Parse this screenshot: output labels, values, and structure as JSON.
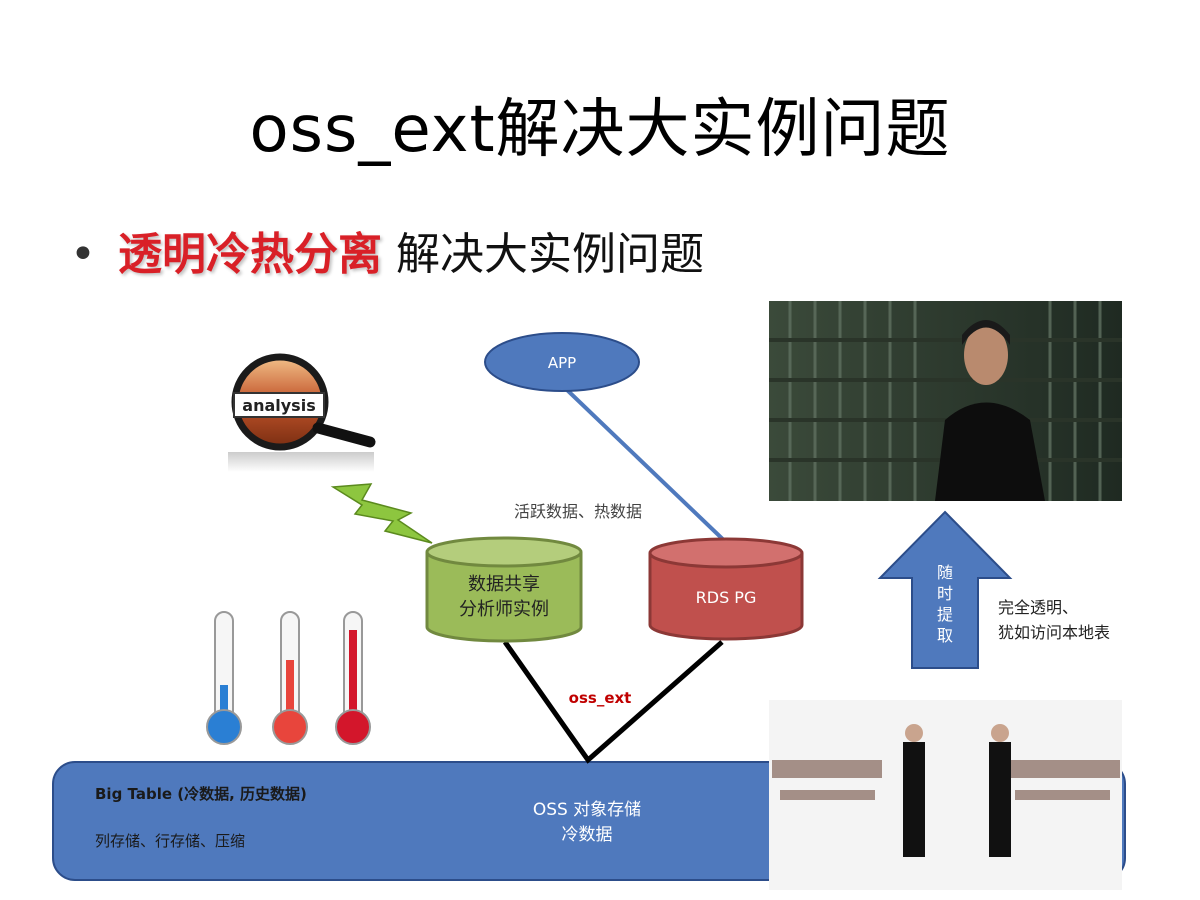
{
  "title": "oss_ext解决大实例问题",
  "bullet": {
    "highlight": "透明冷热分离",
    "rest": " 解决大实例问题"
  },
  "diagram": {
    "app": "APP",
    "analysis_badge": "analysis",
    "active_data_label": "活跃数据、热数据",
    "shared_db_line1": "数据共享",
    "shared_db_line2": "分析师实例",
    "rds_label": "RDS PG",
    "oss_ext_label": "oss_ext",
    "big_table_title": "Big Table (冷数据, 历史数据)",
    "big_table_desc": "列存储、行存储、压缩",
    "oss_line1": "OSS 对象存储",
    "oss_line2": "冷数据",
    "arrow_chars": [
      "随",
      "时",
      "提",
      "取"
    ],
    "transparent_line1": "完全透明、",
    "transparent_line2": "犹如访问本地表"
  },
  "colors": {
    "title": "#000000",
    "highlight": "#d92027",
    "storage_blue": "#4f79bd",
    "shared_green": "#9bbb59",
    "rds_red": "#c0504d",
    "oss_ext_red": "#c00000",
    "lightning_green": "#8dc63f"
  }
}
